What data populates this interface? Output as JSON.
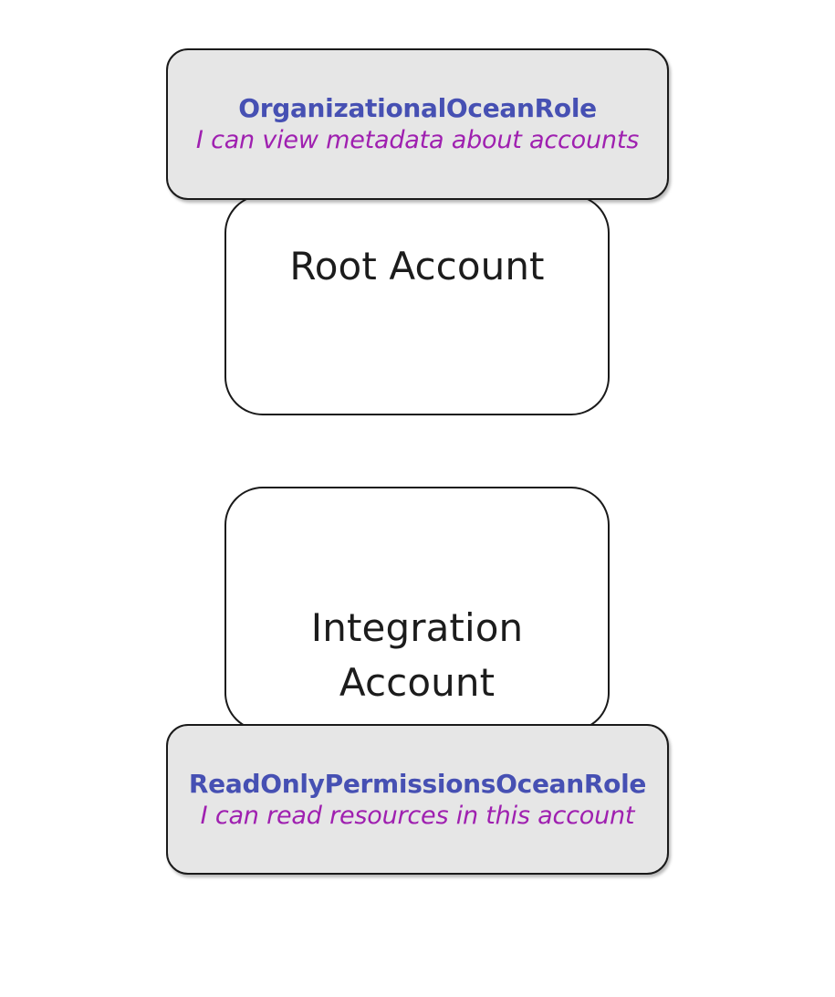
{
  "diagram": {
    "title": "AWS account role trust diagram",
    "background_color": "#ffffff",
    "colors": {
      "role_name": "#4650b3",
      "role_description": "#9f20b0",
      "account_label": "#1c1c1c",
      "role_box_fill": "#e6e6e6",
      "account_box_fill": "#ffffff",
      "outline": "#1a1a1a"
    }
  },
  "accounts": [
    {
      "id": "root",
      "label": "Root Account",
      "role": {
        "name": "OrganizationalOceanRole",
        "description": "I can view metadata about accounts",
        "position": "top"
      }
    },
    {
      "id": "integration",
      "label": "Integration\nAccount",
      "role": {
        "name": "ReadOnlyPermissionsOceanRole",
        "description": "I can read resources in this account",
        "position": "bottom"
      }
    }
  ]
}
